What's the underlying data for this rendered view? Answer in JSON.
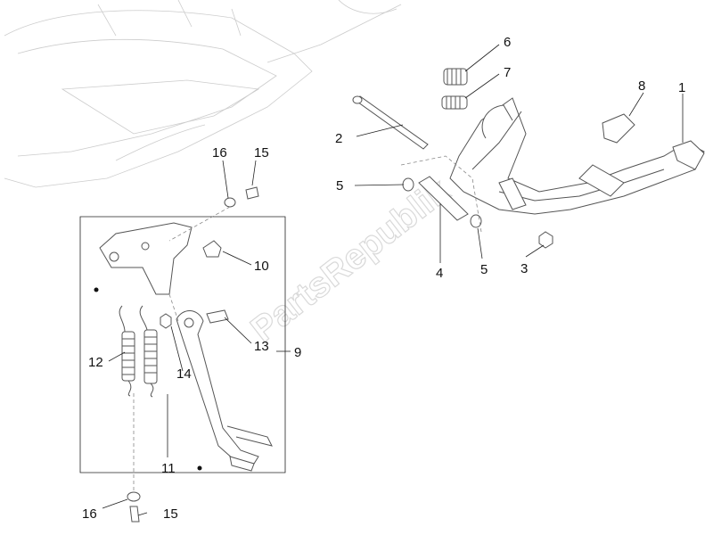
{
  "watermark": "PartsRepublik",
  "callouts": {
    "p1": "1",
    "p2": "2",
    "p3": "3",
    "p4": "4",
    "p5a": "5",
    "p5b": "5",
    "p6": "6",
    "p7": "7",
    "p8": "8",
    "p9": "9",
    "p10": "10",
    "p11": "11",
    "p12": "12",
    "p13": "13",
    "p14": "14",
    "p15a": "15",
    "p15b": "15",
    "p16a": "16",
    "p16b": "16"
  },
  "colors": {
    "line": "#555555",
    "text": "#111111",
    "ghost": "#cccccc"
  }
}
